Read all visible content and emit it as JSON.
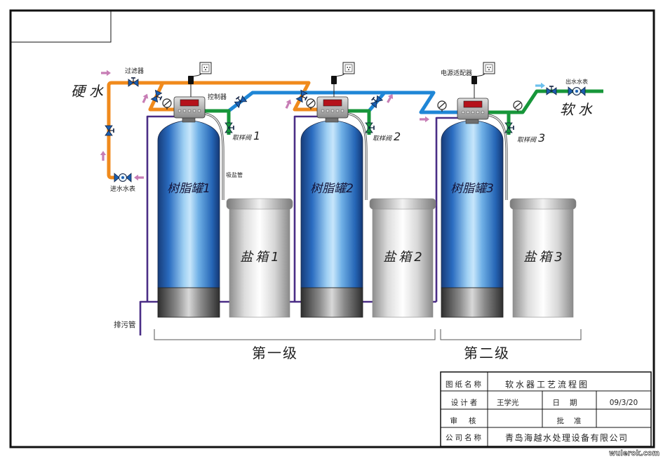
{
  "diagram": {
    "hard_water_label": "硬水",
    "soft_water_label": "软水",
    "filter_label": "过滤器",
    "controller_label": "控制器",
    "power_adapter_label": "电源适配器",
    "inlet_meter_label": "进水水表",
    "outlet_meter_label": "出水水表",
    "brine_tube_label": "吸盐管",
    "drain_pipe_label": "排污管"
  },
  "tanks": [
    {
      "label": "树脂罐1"
    },
    {
      "label": "树脂罐2"
    },
    {
      "label": "树脂罐3"
    }
  ],
  "salt_boxes": [
    {
      "label": "盐箱1"
    },
    {
      "label": "盐箱2"
    },
    {
      "label": "盐箱3"
    }
  ],
  "sample_valves": [
    {
      "label": "取样阀",
      "number": "1"
    },
    {
      "label": "取样阀",
      "number": "2"
    },
    {
      "label": "取样阀",
      "number": "3"
    }
  ],
  "stages": [
    {
      "label": "第一级"
    },
    {
      "label": "第二级"
    }
  ],
  "title_block": {
    "drawing_name_key": "图纸名称",
    "drawing_name": "软水器工艺流程图",
    "designer_key": "设计者",
    "designer": "王学光",
    "date_key": "日期",
    "date": "09/3/20",
    "reviewer_key": "审核",
    "approver_key": "批准",
    "company_key": "公司名称",
    "company": "青岛海越水处理设备有限公司"
  },
  "watermark": "wulerok.com",
  "colors": {
    "hard_water_pipe": "#f08a1c",
    "softened_pipe": "#1f86d6",
    "outlet_pipe": "#17963a",
    "drain_pipe": "#4a2d86",
    "flow_arrow": "#c77db5",
    "resin_tank": "#2a6cc0"
  }
}
